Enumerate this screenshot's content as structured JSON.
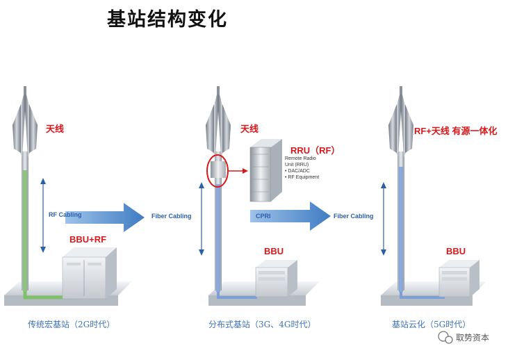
{
  "title": "基站结构变化",
  "panel1": {
    "antenna_label": "天线",
    "cabling_label": "RF Cabling",
    "unit_label": "BBU+RF",
    "caption": "传统宏基站（2G时代）"
  },
  "arrow1_label": "Fiber Cabling",
  "panel2": {
    "antenna_label": "天线",
    "rru_title": "RRU（RF）",
    "rru_desc": [
      "Remote Radio",
      "Unit (RRU)",
      "• DAC/ADC",
      "• RF Equipment"
    ],
    "cpri_label": "CPRI",
    "unit_label": "BBU",
    "caption": "分布式基站（3G、4G时代）"
  },
  "arrow2_label": "Fiber Cabling",
  "panel3": {
    "antenna_label": "RF+天线 有源一体化",
    "unit_label": "BBU",
    "caption": "基站云化（5G时代）"
  },
  "watermark": "取势资本",
  "colors": {
    "red": "#d7191c",
    "blue_label": "#2d5fa8",
    "caption_blue": "#3f73b6",
    "arrow_blue": "#4b86c6",
    "green_cable": "#7fc06a",
    "blue_cable": "#7c9fd8"
  }
}
